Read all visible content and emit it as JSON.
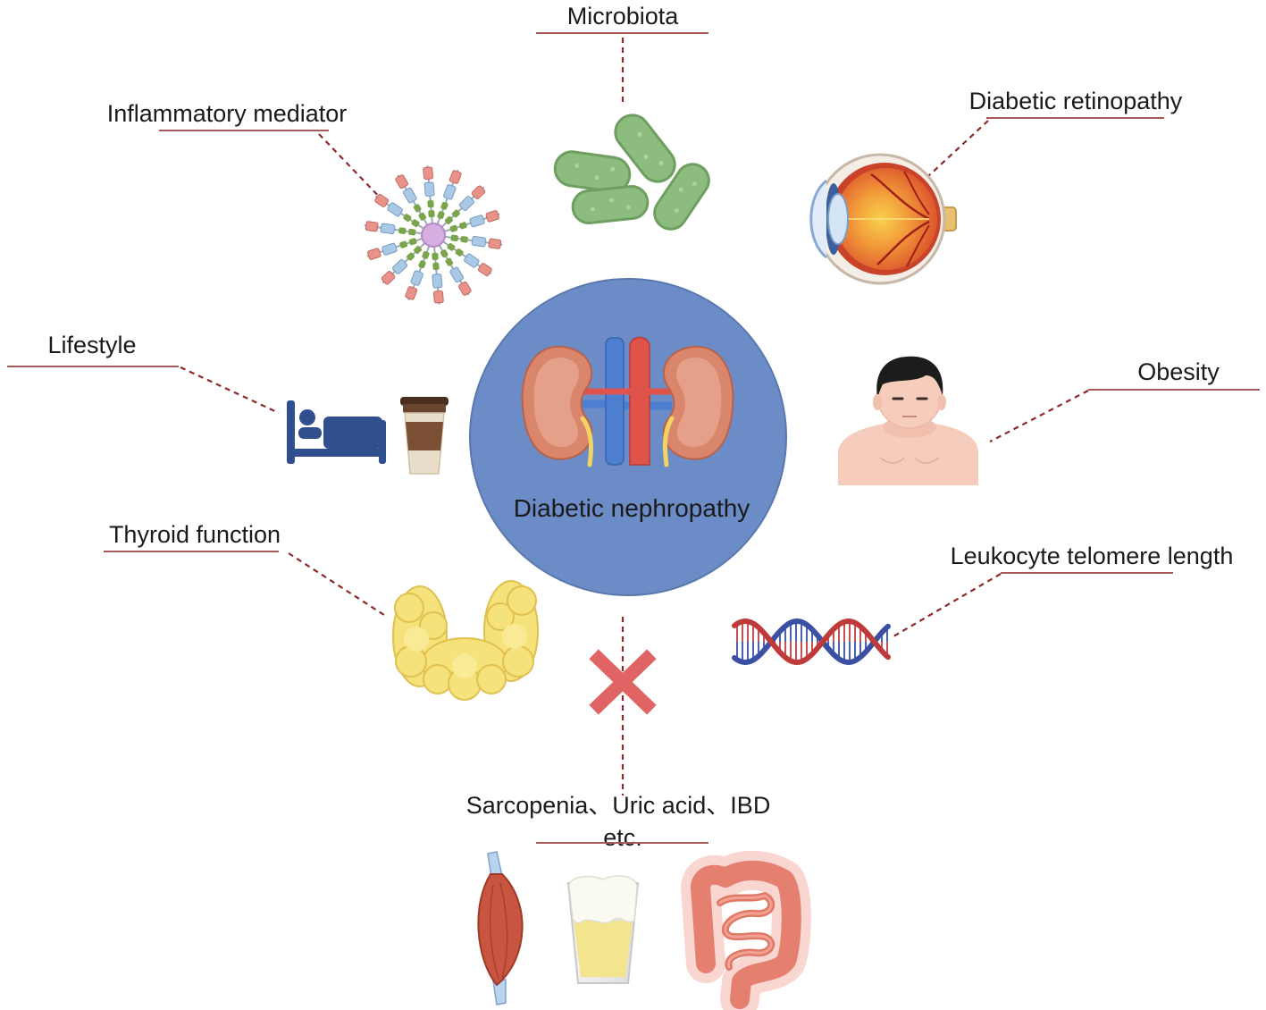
{
  "center": {
    "label": "Diabetic nephropathy",
    "icon": "kidneys-icon"
  },
  "factors": [
    {
      "label": "Microbiota",
      "icon": "bacteria-icon"
    },
    {
      "label": "Inflammatory mediator",
      "icon": "inflammatory-mediator-icon"
    },
    {
      "label": "Diabetic retinopathy",
      "icon": "eye-icon"
    },
    {
      "label": "Lifestyle",
      "icon": "bed-and-coffee-icon"
    },
    {
      "label": "Obesity",
      "icon": "obese-person-icon"
    },
    {
      "label": "Thyroid function",
      "icon": "thyroid-icon"
    },
    {
      "label": "Leukocyte telomere length",
      "icon": "dna-icon"
    }
  ],
  "no_effect": {
    "line1": "Sarcopenia、Uric acid、IBD",
    "line2": "etc.",
    "marker": "red-cross-icon",
    "icons": [
      "muscle-icon",
      "beer-glass-icon",
      "intestine-icon"
    ]
  },
  "colors": {
    "circle": "#6b8cc6",
    "connector": "#8b2a2a",
    "underline": "#a85a5a",
    "cross": "#e06464"
  }
}
